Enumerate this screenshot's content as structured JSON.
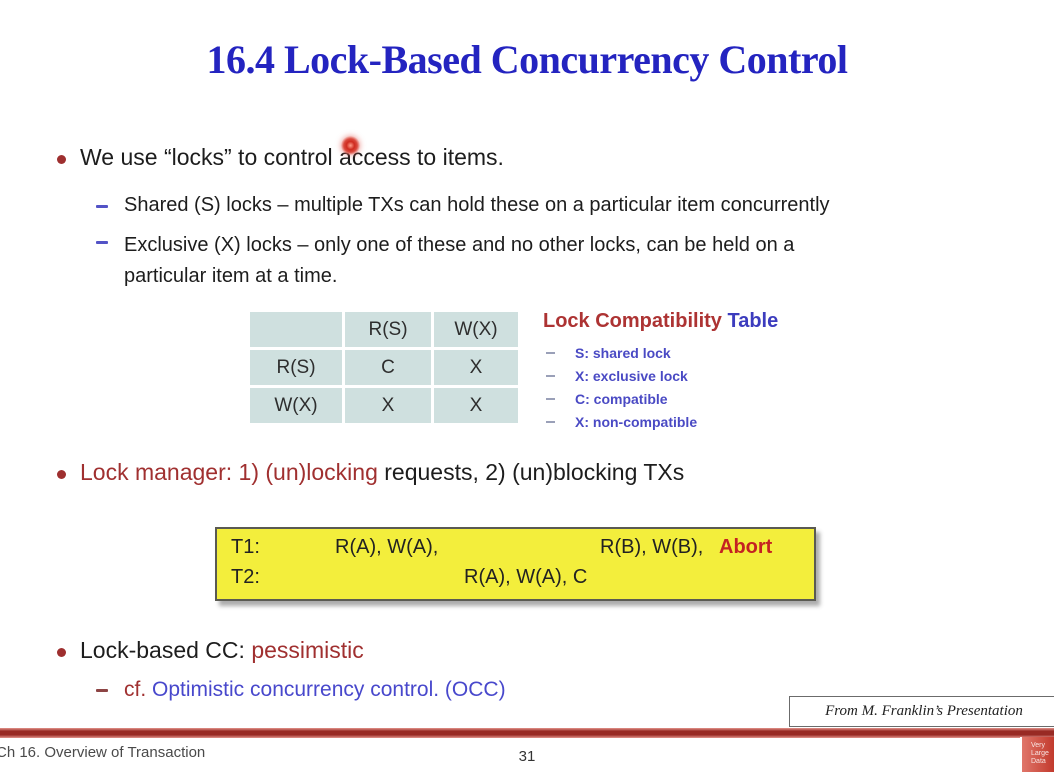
{
  "slide": {
    "title": "16.4 Lock-Based Concurrency Control",
    "bullet1": {
      "text": "We use “locks” to control access to items.",
      "sub1": "Shared (S) locks – multiple TXs can hold these on a particular item concurrently",
      "sub2_line1": "Exclusive (X) locks – only one of these and no other locks, can be held on a",
      "sub2_line2": "particular item at a time."
    },
    "compat_table": {
      "headers": [
        "",
        "R(S)",
        "W(X)"
      ],
      "rows": [
        [
          "R(S)",
          "C",
          "X"
        ],
        [
          "W(X)",
          "X",
          "X"
        ]
      ]
    },
    "compat_legend": {
      "title_part1": "Lock Compatibility",
      "title_part2": " Table",
      "items": [
        "S: shared lock",
        "X: exclusive lock",
        "C: compatible",
        "X: non-compatible"
      ]
    },
    "bullet2": {
      "red": "Lock manager: 1) (un)locking",
      "black": " requests, 2) (un)blocking TXs"
    },
    "schedule_box": {
      "t1_label": "T1:",
      "t1_ops1": "R(A), W(A),",
      "t1_ops2": "R(B), W(B),",
      "t1_abort": "Abort",
      "t2_label": "T2:",
      "t2_ops": "R(A), W(A), C"
    },
    "bullet3": {
      "black": "Lock-based CC: ",
      "red": "pessimistic",
      "sub_red": "cf.",
      "sub_blue": " Optimistic concurrency control. (OCC)"
    },
    "attribution": "From M. Franklin’s Presentation"
  },
  "footer": {
    "left": "Ch 16. Overview of Transaction",
    "page_number": "31",
    "badge_lines": [
      "Very",
      "Large",
      "Data"
    ]
  },
  "colors": {
    "title_blue": "#2424c0",
    "bullet_dark_red": "#9e2f2f",
    "emphasis_red": "#a03030",
    "abort_red": "#c42222",
    "legend_purple": "#4a4ac4",
    "link_blue": "#4848cc",
    "table_cell_bg": "#cfe0df",
    "highlight_yellow": "#f3ee3c",
    "divider_red": "#982a24"
  }
}
